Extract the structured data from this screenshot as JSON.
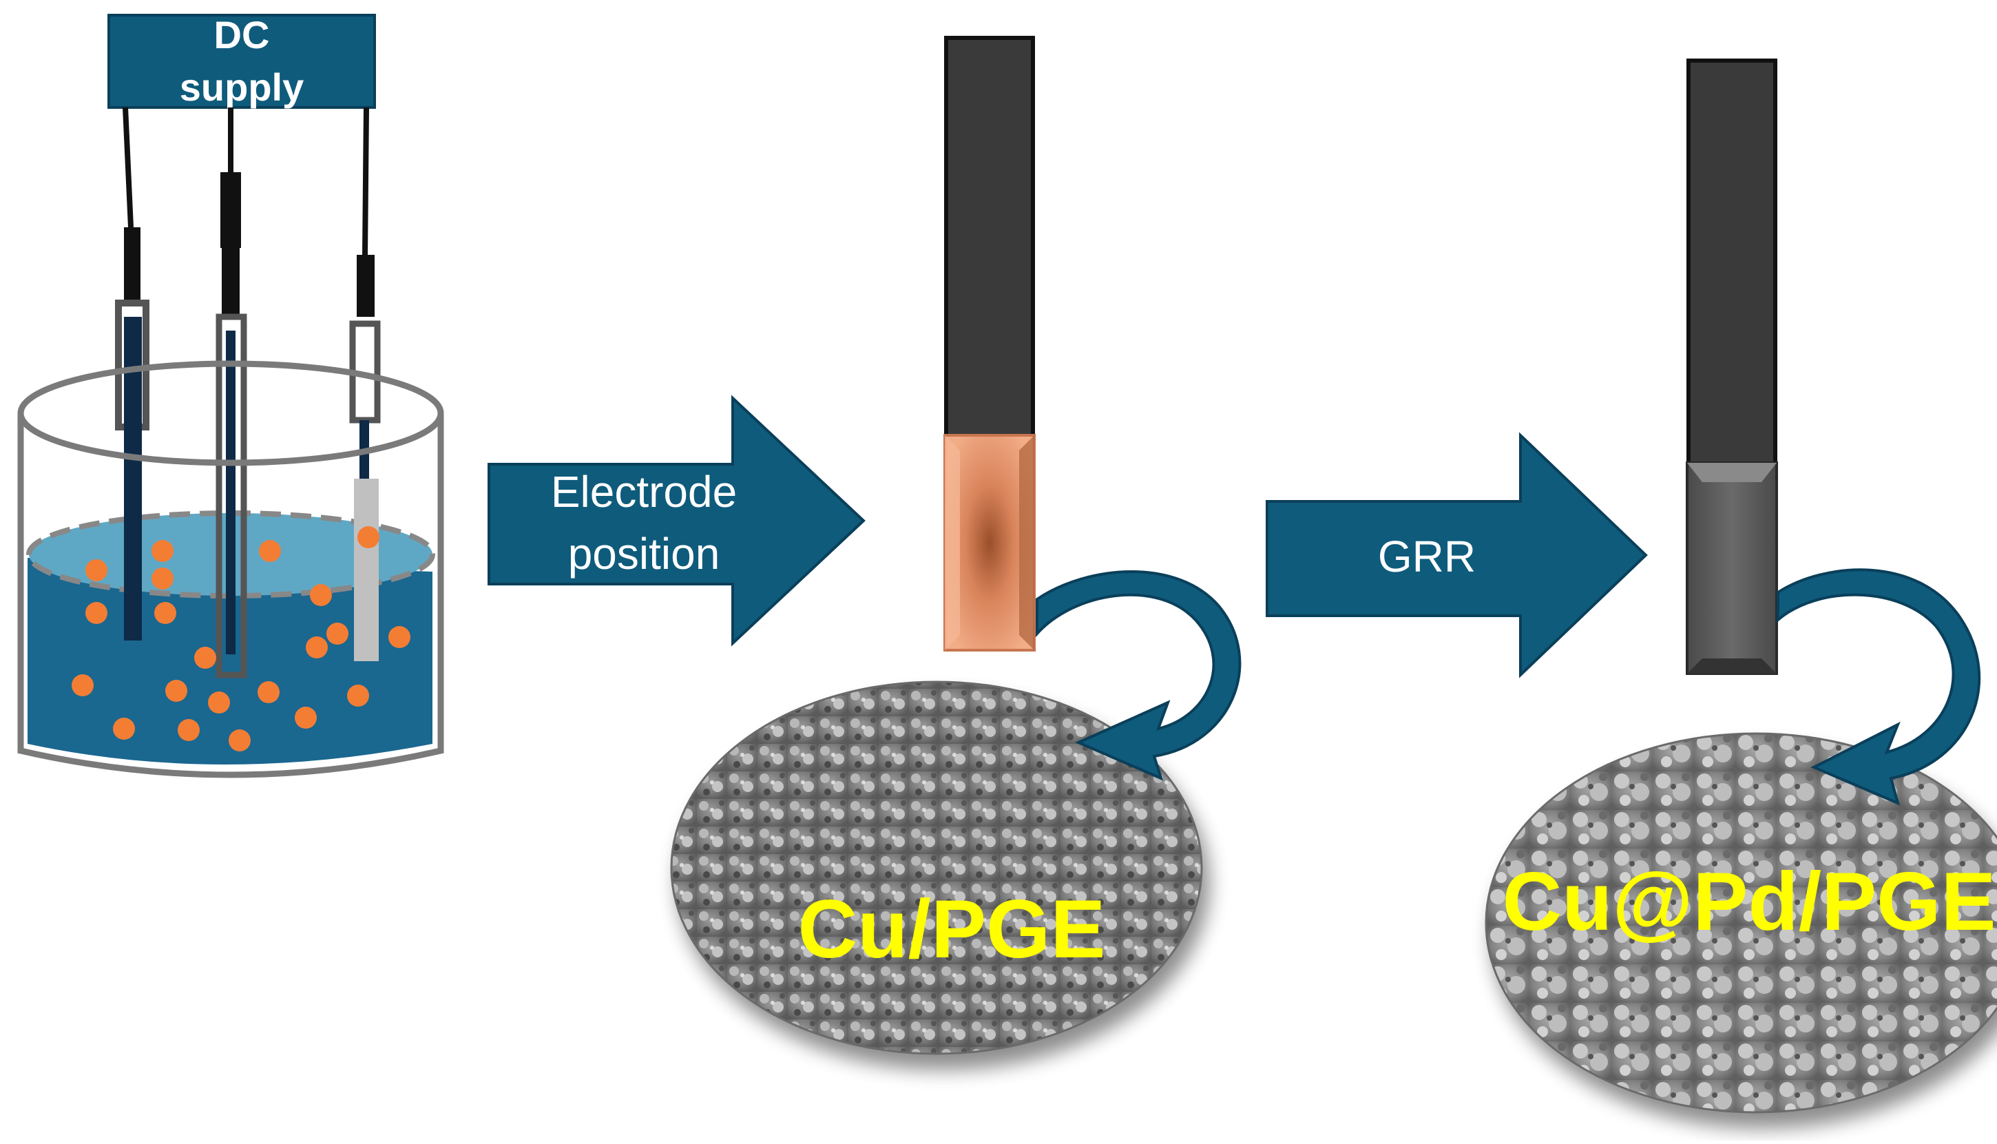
{
  "supply": {
    "line1": "DC",
    "line2": "supply"
  },
  "step1": {
    "line1": "Electrode",
    "line2": "position"
  },
  "step2": {
    "label": "GRR"
  },
  "samples": {
    "first": "Cu/PGE",
    "second": "Cu@Pd/PGE"
  },
  "colors": {
    "navy": "#0f5b7c",
    "arrow_border": "#0a3f5a",
    "solution": "#1a6790",
    "solution_top": "#5fa8c5",
    "particle": "#f47d34",
    "copper": "#e08f67",
    "graphite": "#3a3a3a",
    "palladium_coat": "#5c5c5c",
    "sample_text": "#ffff00"
  },
  "icons": [
    "electrochemical-cell-icon",
    "electrode-icon",
    "curved-arrow-icon",
    "sem-micrograph-icon"
  ]
}
